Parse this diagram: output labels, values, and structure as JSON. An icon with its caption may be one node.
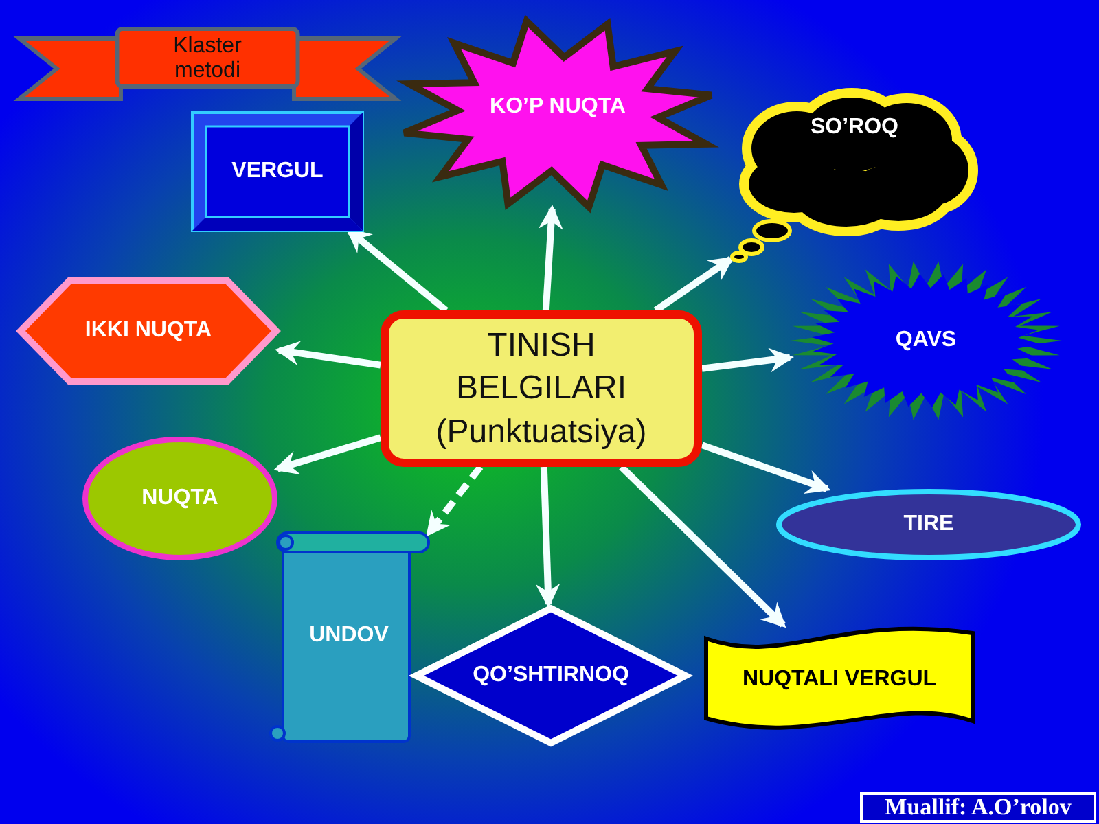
{
  "diagram": {
    "nodes": [
      {
        "text": [
          "Klaster metodi"
        ]
      },
      {
        "text": [
          "KO’P NUQTA"
        ]
      },
      {
        "text": [
          "SO’ROQ"
        ]
      },
      {
        "text": [
          "VERGUL"
        ]
      },
      {
        "text": [
          "IKKI NUQTA"
        ]
      },
      {
        "text": [
          "TINISH BELGILARI (Punktuatsiya)"
        ]
      },
      {
        "text": [
          "QAVS"
        ]
      },
      {
        "text": [
          "NUQTA"
        ]
      },
      {
        "text": [
          "TIRE"
        ]
      },
      {
        "text": [
          "UNDOV"
        ]
      },
      {
        "text": [
          "QO’SHTIRNOQ"
        ]
      },
      {
        "text": [
          "NUQTALI VERGUL"
        ]
      },
      {
        "text": [
          "Muallif:  A.O’rolov"
        ]
      }
    ],
    "edges": [
      {
        "from": 5,
        "to": 1,
        "arrow": "to"
      },
      {
        "from": 5,
        "to": 2,
        "arrow": "to"
      },
      {
        "from": 5,
        "to": 3,
        "arrow": "to"
      },
      {
        "from": 5,
        "to": 4,
        "arrow": "to"
      },
      {
        "from": 5,
        "to": 6,
        "arrow": "to"
      },
      {
        "from": 5,
        "to": 7,
        "arrow": "to"
      },
      {
        "from": 5,
        "to": 8,
        "arrow": "to"
      },
      {
        "from": 5,
        "to": 9,
        "arrow": "to",
        "style": "dashed"
      },
      {
        "from": 5,
        "to": 10,
        "arrow": "to"
      },
      {
        "from": 5,
        "to": 11,
        "arrow": "to"
      }
    ]
  }
}
